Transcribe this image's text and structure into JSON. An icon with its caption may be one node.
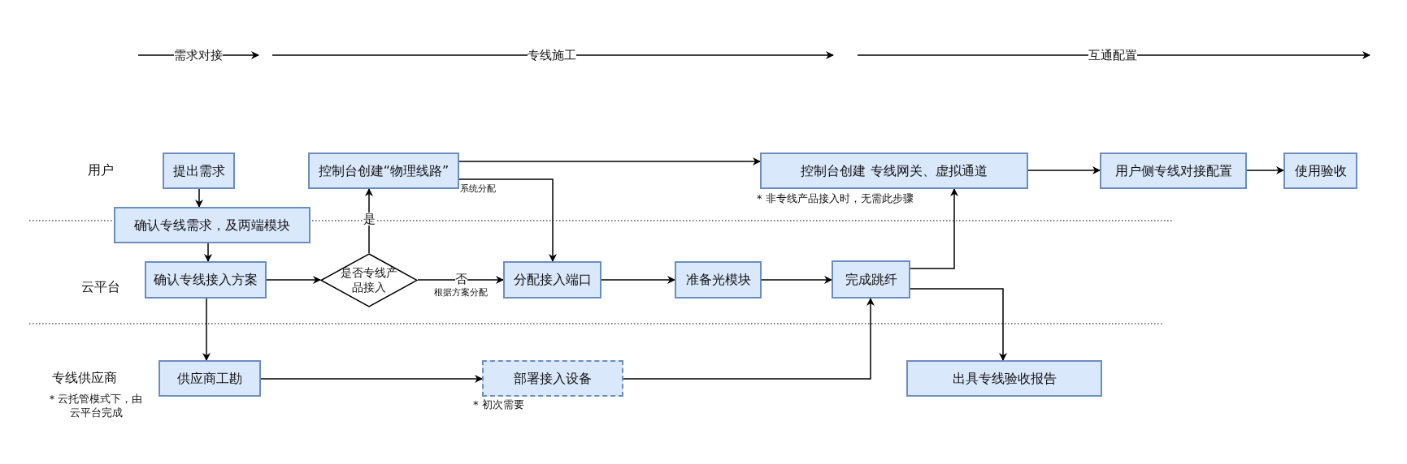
{
  "diagram": {
    "nodes": [
      {
        "text": [
          "提出需求"
        ]
      },
      {
        "text": [
          "控制台创建“物理线路”"
        ]
      },
      {
        "text": [
          "控制台创建 专线网关、虚拟通道"
        ],
        "beside": [
          "* 非专线产品接入时，无需此步骤"
        ]
      },
      {
        "text": [
          "用户侧专线对接配置"
        ]
      },
      {
        "text": [
          "使用验收"
        ]
      },
      {
        "text": [
          "确认专线需求，及两端模块"
        ]
      },
      {
        "text": [
          "确认专线接入方案"
        ]
      },
      {
        "text": [
          "是否专线产品接入"
        ]
      },
      {
        "text": [
          "分配接入端口"
        ]
      },
      {
        "text": [
          "准备光模块"
        ]
      },
      {
        "text": [
          "完成跳纤"
        ]
      },
      {
        "text": [
          "供应商工勘"
        ]
      },
      {
        "text": [
          "部署接入设备"
        ],
        "beside": [
          "* 初次需要"
        ]
      },
      {
        "text": [
          "出具专线验收报告"
        ]
      }
    ],
    "edges": [
      {
        "from": 0,
        "to": 5,
        "arrow": "to"
      },
      {
        "from": 5,
        "to": 6,
        "arrow": "to"
      },
      {
        "from": 6,
        "to": 7,
        "arrow": "to"
      },
      {
        "from": 7,
        "to": 1,
        "arrow": "to",
        "label": "是"
      },
      {
        "from": 7,
        "to": 8,
        "arrow": "to",
        "label": "否"
      },
      {
        "from": 1,
        "to": 2,
        "arrow": "to"
      },
      {
        "from": 1,
        "to": 8,
        "arrow": "to",
        "label": "系统分配"
      },
      {
        "from": 6,
        "to": 11,
        "arrow": "to"
      },
      {
        "from": 8,
        "to": 9,
        "arrow": "to"
      },
      {
        "from": 9,
        "to": 10,
        "arrow": "to"
      },
      {
        "from": 11,
        "to": 12,
        "arrow": "to"
      },
      {
        "from": 12,
        "to": 10,
        "arrow": "to"
      },
      {
        "from": 10,
        "to": 2,
        "arrow": "to"
      },
      {
        "from": 10,
        "to": 13,
        "arrow": "to"
      },
      {
        "from": 2,
        "to": 3,
        "arrow": "to"
      },
      {
        "from": 3,
        "to": 4,
        "arrow": "to"
      }
    ],
    "labels": [
      "需求对接",
      "专线施工",
      "互通配置",
      "用户",
      "云平台",
      "专线供应商",
      "* 云托管模式下，由云平台完成",
      "根据方案分配"
    ]
  }
}
